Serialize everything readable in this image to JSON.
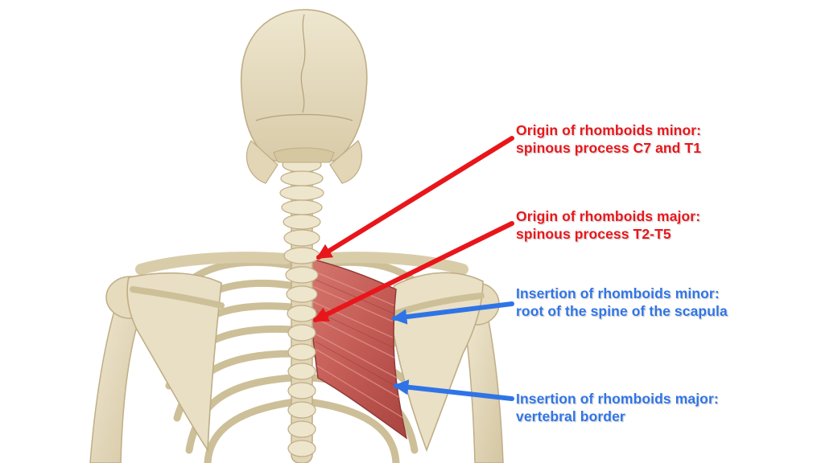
{
  "colors": {
    "origin": "#e8161b",
    "insertion": "#2f74e6",
    "bone": "#e7dcc1",
    "bone_shadow": "#c9b994",
    "muscle": "#c9645e",
    "muscle_dark": "#a3423e"
  },
  "labels": {
    "origin_minor": {
      "line1": "Origin of rhomboids minor:",
      "line2": "spinous process C7 and T1"
    },
    "origin_major": {
      "line1": "Origin of rhomboids major:",
      "line2": "spinous process T2-T5"
    },
    "insertion_minor": {
      "line1": "Insertion of rhomboids minor:",
      "line2": "root of the spine of the scapula"
    },
    "insertion_major": {
      "line1": "Insertion of rhomboids major:",
      "line2": "vertebral border"
    }
  },
  "icons": [
    "red-arrow-icon",
    "blue-arrow-icon"
  ]
}
